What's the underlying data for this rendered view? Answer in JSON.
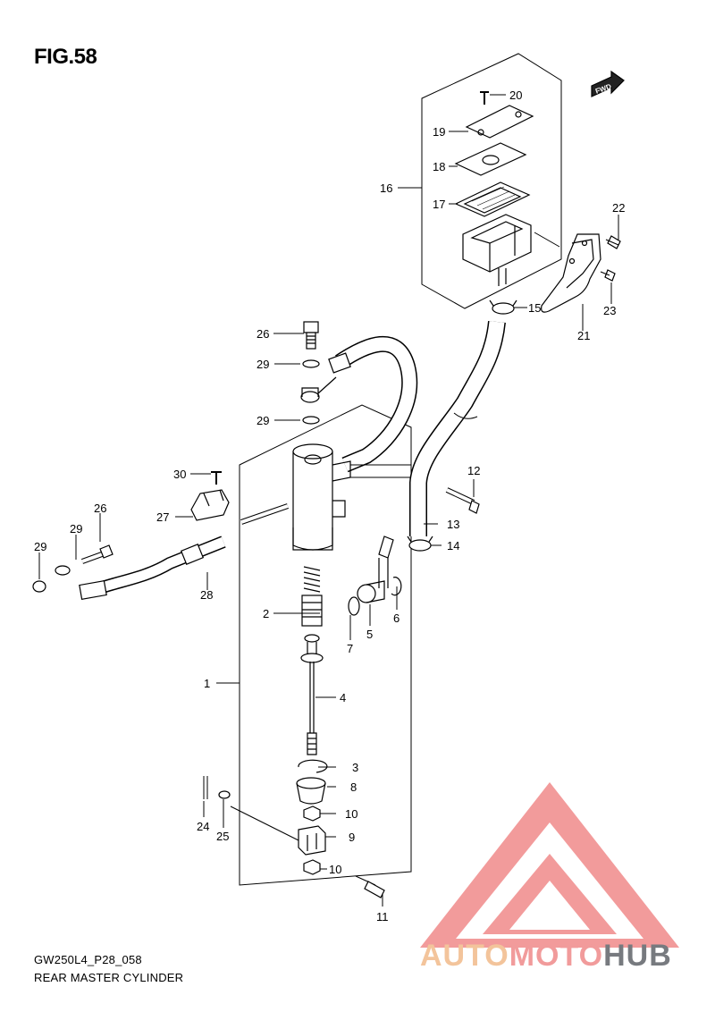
{
  "figure": {
    "title": "FIG.58",
    "code": "GW250L4_P28_058",
    "name": "REAR MASTER CYLINDER"
  },
  "fwd_label": "FWD",
  "watermark": {
    "parts": [
      "AUTO",
      "MOTO",
      "HUB"
    ],
    "colors": {
      "auto": "#f3c49b",
      "moto": "#f19b9b",
      "hub": "#777a7f",
      "logo": "#f08a8a"
    }
  },
  "callouts": {
    "c1": "1",
    "c2": "2",
    "c3": "3",
    "c4": "4",
    "c5": "5",
    "c6": "6",
    "c7": "7",
    "c8": "8",
    "c9": "9",
    "c10a": "10",
    "c10b": "10",
    "c11": "11",
    "c12": "12",
    "c13": "13",
    "c14": "14",
    "c15": "15",
    "c16": "16",
    "c17": "17",
    "c18": "18",
    "c19": "19",
    "c20": "20",
    "c21": "21",
    "c22": "22",
    "c23": "23",
    "c24": "24",
    "c25": "25",
    "c26a": "26",
    "c26b": "26",
    "c27": "27",
    "c28": "28",
    "c29a": "29",
    "c29b": "29",
    "c29c": "29",
    "c29d": "29",
    "c30": "30"
  }
}
